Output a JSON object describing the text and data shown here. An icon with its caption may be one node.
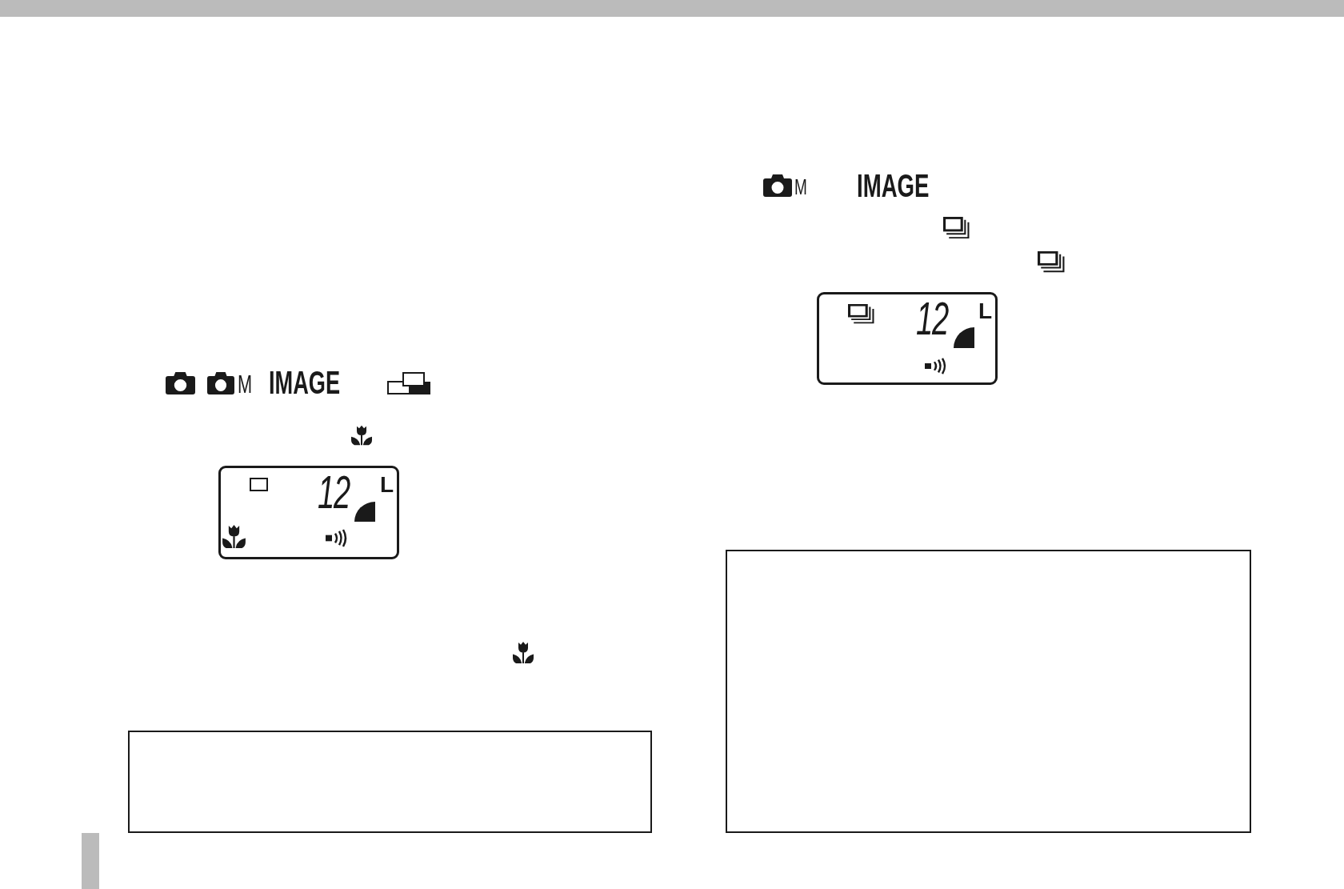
{
  "diagram": {
    "nodes": [
      {
        "text": [
          "12",
          "L"
        ]
      },
      {
        "text": [],
        "shape": "box"
      },
      {
        "text": [
          "12",
          "L"
        ]
      },
      {
        "text": [],
        "shape": "box"
      }
    ],
    "labels": [
      "M",
      "IMAGE",
      "M",
      "IMAGE"
    ]
  }
}
